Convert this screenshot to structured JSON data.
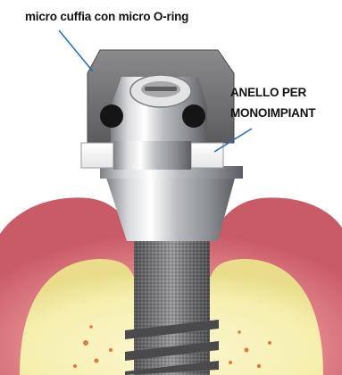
{
  "labels": {
    "micro_cap": "micro cuffia con  micro O-ring",
    "ring_line1": "ANELLO PER",
    "ring_line2": "MONOIMPIANT"
  },
  "colors": {
    "gum": "#e58c90",
    "bone": "#f6efae",
    "cap": "#6e6e70",
    "o_ring": "#151515",
    "ring": "#ffffff",
    "metal": "#c4c6ca",
    "leader_line": "#2a6fb5"
  }
}
